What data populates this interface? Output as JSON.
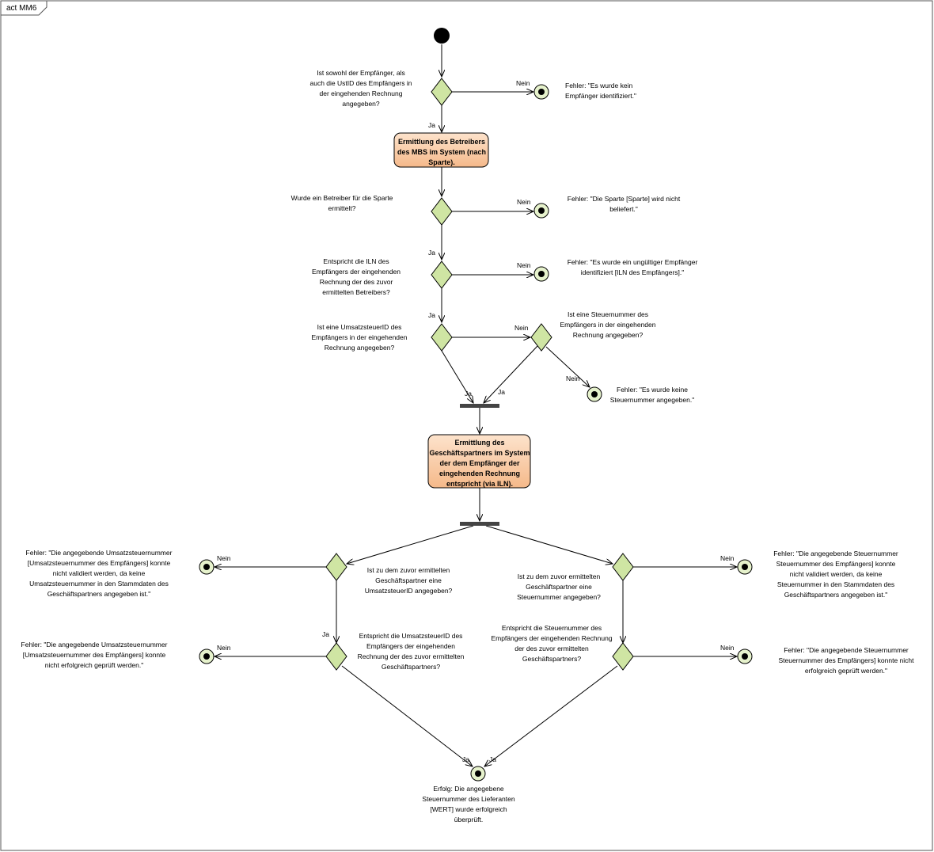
{
  "diagram": {
    "title": "act MM6",
    "colors": {
      "decision": "#cfe5a3",
      "action_top": "#fde3cc",
      "action_bottom": "#f5b98a",
      "final": "#e6f2cc"
    },
    "decisions": [
      {
        "id": "d1",
        "label": [
          "Ist sowohl der Empfänger, als",
          "auch die UstID des Empfängers in",
          "der eingehenden Rechnung",
          "angegeben?"
        ]
      },
      {
        "id": "d2",
        "label": [
          "Wurde ein Betreiber für die Sparte",
          "ermittelt?"
        ]
      },
      {
        "id": "d3",
        "label": [
          "Entspricht die ILN des",
          "Empfängers der eingehenden",
          "Rechnung der des zuvor",
          "ermittelten Betreibers?"
        ]
      },
      {
        "id": "d4",
        "label": [
          "Ist eine UmsatzsteuerID des",
          "Empfängers in der eingehenden",
          "Rechnung angegeben?"
        ]
      },
      {
        "id": "d5",
        "label": [
          "Ist eine Steuernummer des",
          "Empfängers in der eingehenden",
          "Rechnung angegeben?"
        ]
      },
      {
        "id": "d6",
        "label": [
          "Ist zu dem zuvor ermittelten",
          "Geschäftspartner eine",
          "UmsatzsteuerID angegeben?"
        ]
      },
      {
        "id": "d7",
        "label": [
          "Ist zu dem zuvor ermittelten",
          "Geschäftspartner eine",
          "Steuernummer angegeben?"
        ]
      },
      {
        "id": "d8",
        "label": [
          "Entspricht die UmsatzsteuerID des",
          "Empfängers der eingehenden",
          "Rechnung der des zuvor ermittelten",
          "Geschäftspartners?"
        ]
      },
      {
        "id": "d9",
        "label": [
          "Entspricht die Steuernummer des",
          "Empfängers der eingehenden Rechnung",
          "der des zuvor ermittelten",
          "Geschäftspartners?"
        ]
      }
    ],
    "actions": [
      {
        "id": "a1",
        "label": [
          "Ermittlung des Betreibers",
          "des MBS im System (nach",
          "Sparte)."
        ]
      },
      {
        "id": "a2",
        "label": [
          "Ermittlung des",
          "Geschäftspartners im System",
          "der dem Empfänger der",
          "eingehenden Rechnung",
          "entspricht (via ILN)."
        ]
      }
    ],
    "finals": [
      {
        "id": "f1",
        "label": [
          "Fehler: \"Es wurde kein",
          "Empfänger identifiziert.\""
        ]
      },
      {
        "id": "f2",
        "label": [
          "Fehler: \"Die Sparte [Sparte] wird nicht",
          "beliefert.\""
        ]
      },
      {
        "id": "f3",
        "label": [
          "Fehler: \"Es wurde ein ungültiger Empfänger",
          "identifiziert [ILN des Empfängers].\""
        ]
      },
      {
        "id": "f4",
        "label": [
          "Fehler: \"Es wurde keine",
          "Steuernummer angegeben.\""
        ]
      },
      {
        "id": "f5",
        "label": [
          "Fehler: \"Die angegebende Umsatzsteuernummer",
          "[Umsatzsteuernummer des Empfängers] konnte",
          "nicht validiert werden, da keine",
          "Umsatzsteuernummer in den Stammdaten des",
          "Geschäftspartners angegeben ist.\""
        ]
      },
      {
        "id": "f6",
        "label": [
          "Fehler: \"Die angegebende Steuernummer",
          "Steuernummer des Empfängers] konnte",
          "nicht validiert werden, da keine",
          "Steuernummer in den Stammdaten des",
          "Geschäftspartners angegeben ist.\""
        ]
      },
      {
        "id": "f7",
        "label": [
          "Fehler: \"Die angegebende Umsatzsteuernummer",
          "[Umsatzsteuernummer des Empfängers] konnte",
          "nicht erfolgreich geprüft werden.\""
        ]
      },
      {
        "id": "f8",
        "label": [
          "Fehler: \"Die angegebende Steuernummer",
          "Steuernummer des Empfängers] konnte nicht",
          "erfolgreich geprüft werden.\""
        ]
      },
      {
        "id": "f9",
        "label": [
          "Erfolg: Die angegebene",
          "Steuernummer des Lieferanten",
          "[WERT] wurde erfolgreich",
          "überprüft."
        ]
      }
    ],
    "guards": [
      {
        "id": "g1",
        "text": "Nein"
      },
      {
        "id": "g2",
        "text": "Ja"
      },
      {
        "id": "g3",
        "text": "Nein"
      },
      {
        "id": "g4",
        "text": "Ja"
      },
      {
        "id": "g5",
        "text": "Nein"
      },
      {
        "id": "g6",
        "text": "Ja"
      },
      {
        "id": "g7",
        "text": "Nein"
      },
      {
        "id": "g8",
        "text": "Ja"
      },
      {
        "id": "g9",
        "text": "Ja"
      },
      {
        "id": "g10",
        "text": "Nein"
      },
      {
        "id": "g11",
        "text": "Nein"
      },
      {
        "id": "g12",
        "text": "Nein"
      },
      {
        "id": "g13",
        "text": "Ja"
      },
      {
        "id": "g14",
        "text": "Nein"
      },
      {
        "id": "g15",
        "text": "Nein"
      },
      {
        "id": "g16",
        "text": "Ja"
      },
      {
        "id": "g17",
        "text": "Ja"
      }
    ]
  }
}
